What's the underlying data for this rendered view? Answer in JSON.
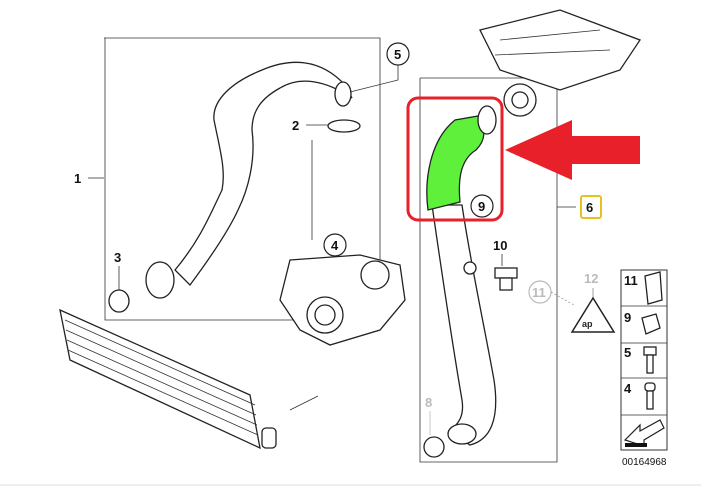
{
  "diagram": {
    "callouts": {
      "c1": "1",
      "c2": "2",
      "c3": "3",
      "c4": "4",
      "c5": "5",
      "c6": "6",
      "c8": "8",
      "c9": "9",
      "c10": "10",
      "c11": "11",
      "c12": "12"
    },
    "highlight": {
      "outline_color": "#e8202a",
      "part_color": "#5ef03a",
      "arrow_color": "#e8202a",
      "selected_callout_box": "#e8c020"
    },
    "legend": {
      "items": [
        {
          "num": "11",
          "icon": "clip-icon"
        },
        {
          "num": "9",
          "icon": "clamp-nut-icon"
        },
        {
          "num": "5",
          "icon": "hex-bolt-icon"
        },
        {
          "num": "4",
          "icon": "socket-bolt-icon"
        },
        {
          "num": "",
          "icon": "arrow-direction-icon"
        }
      ],
      "code": "00164968"
    }
  }
}
